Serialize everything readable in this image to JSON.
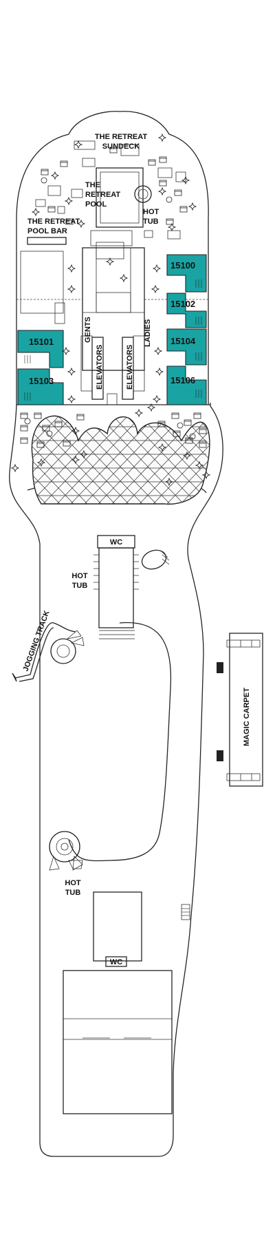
{
  "colors": {
    "cabin_fill": "#1aa3a3",
    "line": "#222222",
    "background": "#ffffff"
  },
  "areas": {
    "retreat_sundeck": [
      "THE RETREAT",
      "SUNDECK"
    ],
    "retreat_pool": [
      "THE",
      "RETREAT",
      "POOL"
    ],
    "retreat_pool_bar": [
      "THE RETREAT",
      "POOL BAR"
    ],
    "hot_tub_top": [
      "HOT",
      "TUB"
    ],
    "gents": "GENTS",
    "ladies": "LADIES",
    "elevators_left": "ELEVATORS",
    "elevators_right": "ELEVATORS",
    "wc_top": "WC",
    "hot_tub_mid": [
      "HOT",
      "TUB"
    ],
    "jogging_track": "JOGGING TRACK",
    "magic_carpet": "MAGIC CARPET",
    "hot_tub_bottom": [
      "HOT",
      "TUB"
    ],
    "wc_bottom": "WC"
  },
  "cabins": {
    "starboard": [
      "15100",
      "15102",
      "15104",
      "15106"
    ],
    "port": [
      "15101",
      "15103"
    ]
  }
}
